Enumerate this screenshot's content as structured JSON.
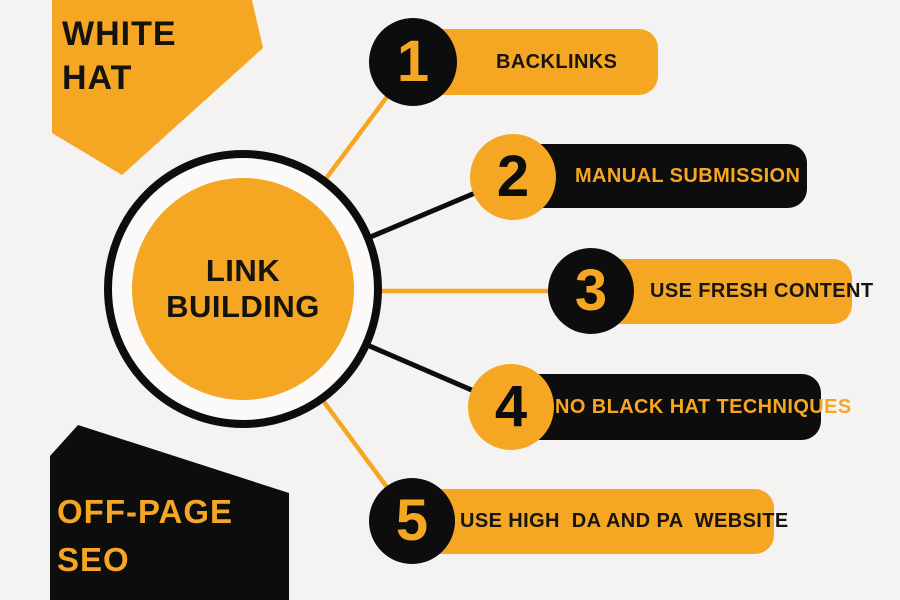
{
  "title": "Link Building infographic",
  "colors": {
    "yellow": "#f5a623",
    "black": "#0d0d0d",
    "background": "#f4f3f1",
    "ring_fill": "#fbfaf8"
  },
  "corner_labels": {
    "top_left": "WHITE\nHAT",
    "bottom_left": "OFF-PAGE\nSEO"
  },
  "center": {
    "title": "LINK\nBUILDING"
  },
  "items": [
    {
      "number": "1",
      "label": "BACKLINKS",
      "pill": "yellow",
      "badge": "black"
    },
    {
      "number": "2",
      "label": "MANUAL SUBMISSION",
      "pill": "black",
      "badge": "yellow"
    },
    {
      "number": "3",
      "label": "USE FRESH CONTENT",
      "pill": "yellow",
      "badge": "black"
    },
    {
      "number": "4",
      "label": "NO BLACK HAT TECHNIQUES",
      "pill": "black",
      "badge": "yellow"
    },
    {
      "number": "5",
      "label": "USE HIGH  DA AND PA  WEBSITE",
      "pill": "yellow",
      "badge": "black"
    }
  ]
}
